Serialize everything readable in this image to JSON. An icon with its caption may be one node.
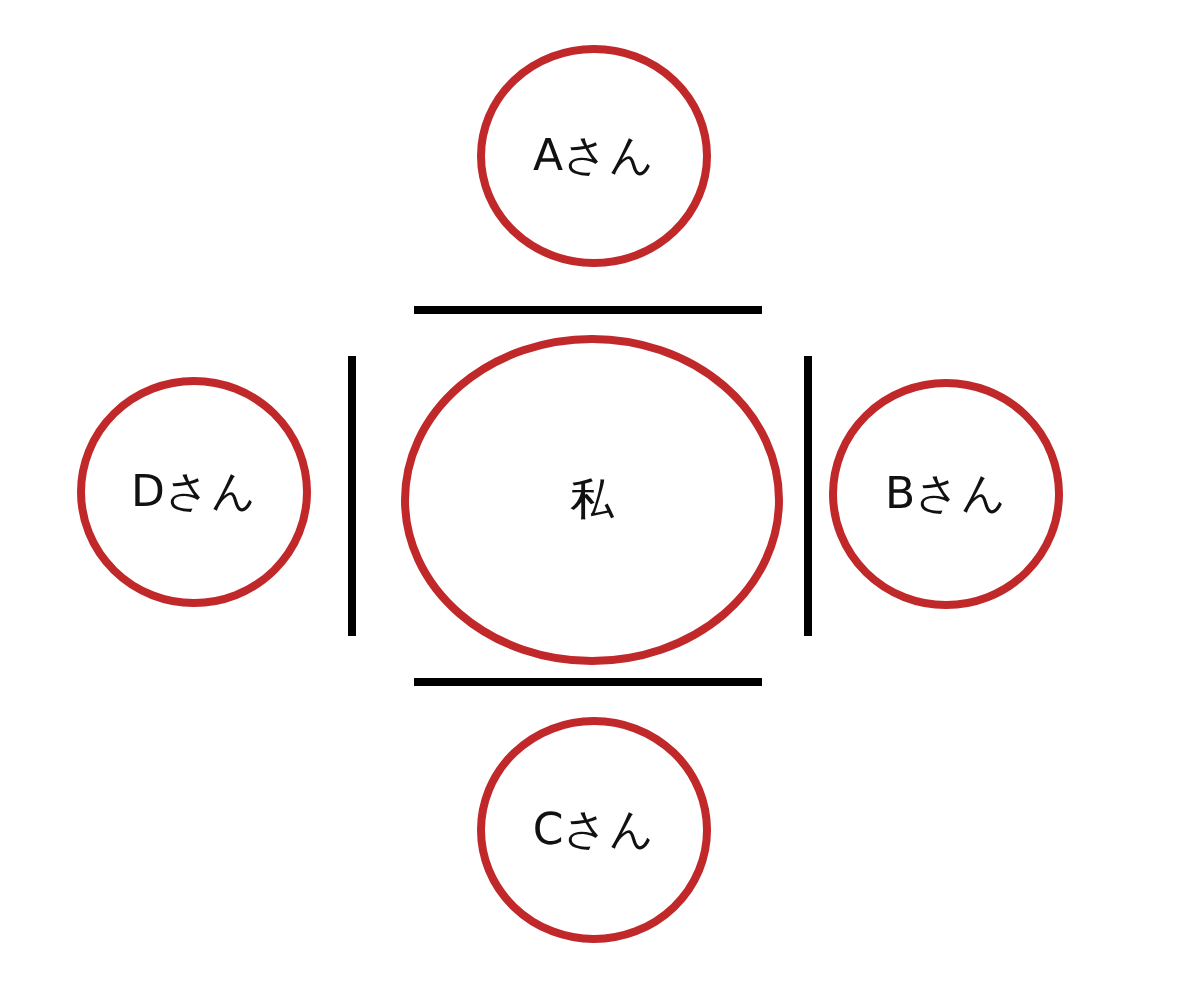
{
  "diagram": {
    "nodes": [
      {
        "text": [
          "Aさん"
        ]
      },
      {
        "text": [
          "Dさん"
        ]
      },
      {
        "text": [
          "私"
        ]
      },
      {
        "text": [
          "Bさん"
        ]
      },
      {
        "text": [
          "Cさん"
        ]
      }
    ]
  }
}
